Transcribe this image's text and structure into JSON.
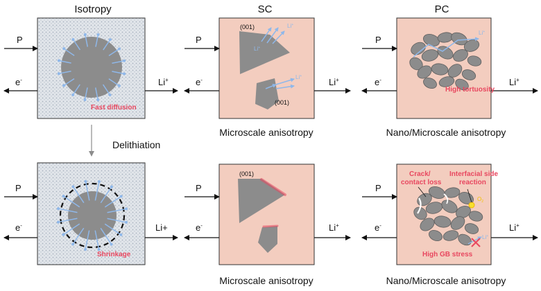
{
  "columns": [
    {
      "title": "Isotropy"
    },
    {
      "title": "SC",
      "caption_top": "Microscale anisotropy",
      "caption_bottom": "Microscale anisotropy"
    },
    {
      "title": "PC",
      "caption_top": "Nano/Microscale anisotropy",
      "caption_bottom": "Nano/Microscale anisotropy"
    }
  ],
  "labels": {
    "pressure": "P",
    "electron": "e",
    "electron_sup": "-",
    "lithium": "Li",
    "lithium_sup": "+",
    "lithium_plain": "Li+",
    "facet": "(001)",
    "transition": "Delithiation"
  },
  "notes": {
    "fast_diffusion": "Fast diffusion",
    "high_tortuosity": "High tortuosity",
    "shrinkage": "Shrinkage",
    "crack_line1": "Crack/",
    "crack_line2": "contact loss",
    "side_line1": "Interfacial side",
    "side_line2": "reaction",
    "oxygen": "O",
    "oxygen_sub": "2",
    "gb_stress": "High GB stress"
  },
  "colors": {
    "isotropy_bg": "#dfe4ea",
    "anisotropy_bg": "#f3cdbf",
    "particle": "#8c8c8c",
    "ion_path": "#8fb8ea",
    "highlight": "#e8475f"
  }
}
